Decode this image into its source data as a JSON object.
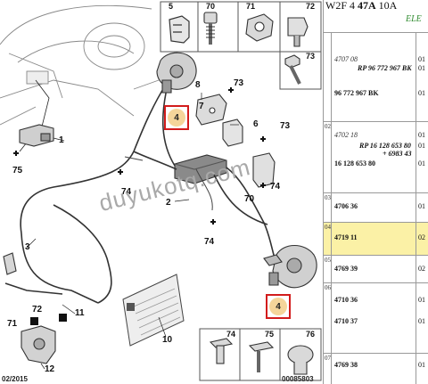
{
  "diagram": {
    "labels": {
      "n1": "1",
      "n2": "2",
      "n3": "3",
      "n4a": "4",
      "n4b": "4",
      "n5": "5",
      "n6": "6",
      "n7": "7",
      "n8": "8",
      "n10": "10",
      "n11": "11",
      "n12": "12",
      "n70a": "70",
      "n70b": "70",
      "n71a": "71",
      "n71b": "71",
      "n72": "72",
      "n73a": "73",
      "n73b": "73",
      "n73c": "73",
      "n74a": "74",
      "n74b": "74",
      "n74c": "74",
      "n74d": "74",
      "n75a": "75",
      "n75b": "75",
      "n76": "76"
    },
    "watermark": "duyukotq.com",
    "footer_left": "02/2015",
    "footer_right": "00085803"
  },
  "table": {
    "title_prefix": "W2F 4 ",
    "title_bold": "47A",
    "title_suffix": " 10A",
    "title_sub": "ELE",
    "rows": [
      {
        "ref": "",
        "code": "4707 08",
        "code2": "RP 96 772 967 BK",
        "code3": "96 772 967 BK",
        "q": [
          "01",
          "01",
          "01"
        ]
      },
      {
        "ref": "02",
        "code": "4702 18",
        "code2": "RP 16 128 653 80",
        "code2b": "+ 6983 43",
        "code3": "16 128 653 80",
        "q": [
          "01",
          "01",
          "01"
        ]
      },
      {
        "ref": "03",
        "code": "4706 36",
        "q": [
          "01"
        ]
      },
      {
        "ref": "04",
        "code": "4719 11",
        "q": [
          "02"
        ]
      },
      {
        "ref": "05",
        "code": "4769 39",
        "q": [
          "02"
        ]
      },
      {
        "ref": "06",
        "code": "4710 36",
        "code3": "4710 37",
        "q": [
          "01",
          "01"
        ]
      },
      {
        "ref": "07",
        "code": "4769 38",
        "q": [
          "01"
        ]
      }
    ]
  }
}
